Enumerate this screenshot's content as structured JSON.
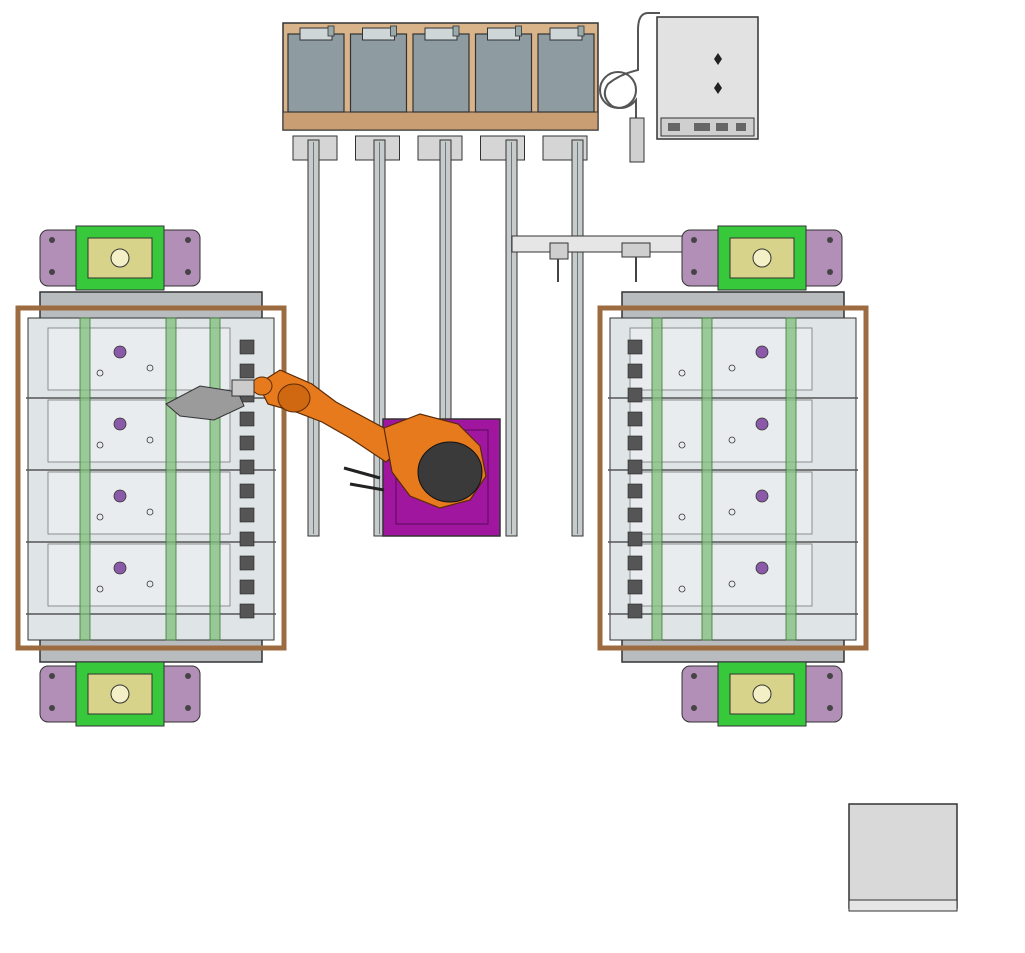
{
  "colors": {
    "background": "#ffffff",
    "outline": "#333333",
    "frame_gray": "#b9bcbe",
    "panel_gray": "#d9d9d9",
    "glass": "#dfe4e6",
    "tan_base": "#d9b48a",
    "bin_gray": "#8e9ba0",
    "rail_green": "#7fbf7b",
    "bright_green": "#37c83b",
    "wood_brown": "#9c6b3f",
    "lilac": "#b28fb6",
    "purple_bolt": "#8a5aa8",
    "magenta_base": "#a0169f",
    "robot_orange": "#e87a1e",
    "robot_dark": "#3a3a3a",
    "cabinet_gray": "#e2e2e2"
  },
  "components": {
    "bin_rack": {
      "bin_count": 5
    },
    "rails": {
      "count": 5
    },
    "left_fixture": {
      "clamp_rows": 4
    },
    "right_fixture": {
      "clamp_rows": 4
    },
    "robot": {
      "mount": "center-base"
    },
    "control_cabinet": {
      "buttons": 2
    },
    "electrical_box": {}
  }
}
